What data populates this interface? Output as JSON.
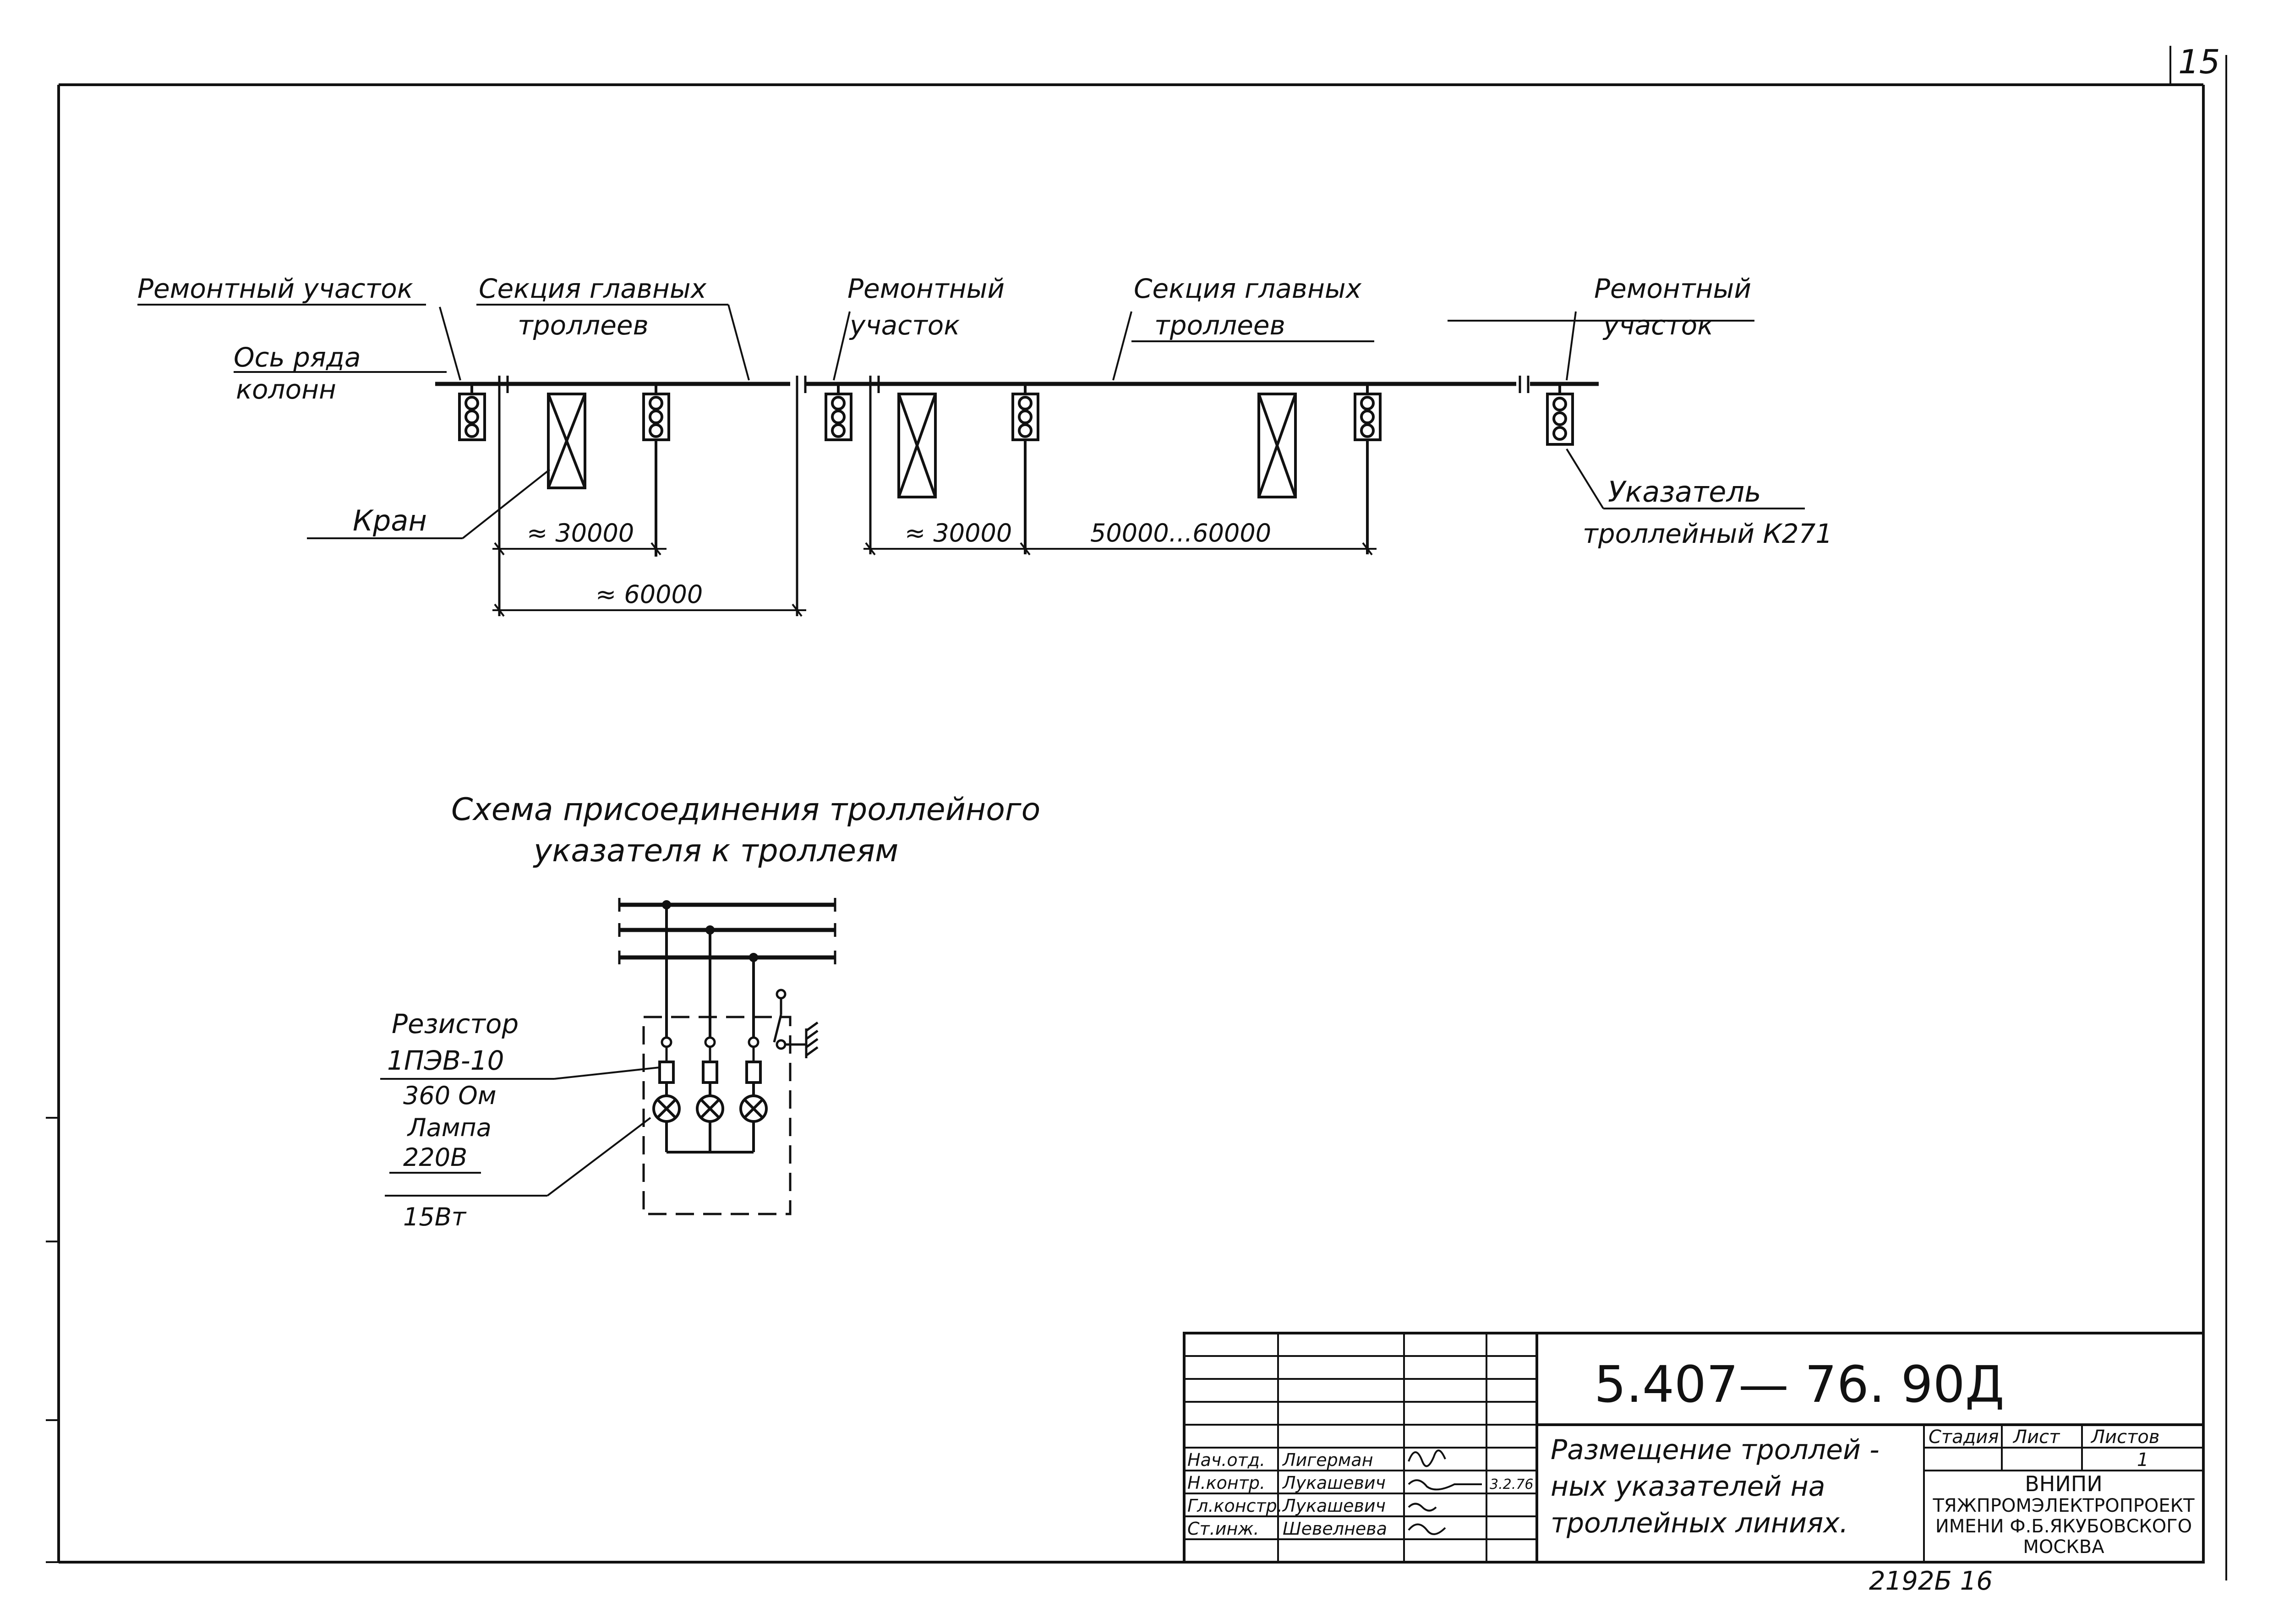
{
  "page_number": "15",
  "labels": {
    "repair_1": "Ремонтный участок",
    "section_1_a": "Секция главных",
    "section_1_b": "троллеев",
    "repair_2_a": "Ремонтный",
    "repair_2_b": "участок",
    "section_2_a": "Секция главных",
    "section_2_b": "троллеев",
    "repair_3_a": "Ремонтный",
    "repair_3_b": "участок",
    "axis_a": "Ось ряда",
    "axis_b": "колонн",
    "crane": "Кран",
    "indicator_a": "Указатель",
    "indicator_b": "троллейный К271"
  },
  "dimensions": {
    "d1": "≈ 30000",
    "d2": "≈ 60000",
    "d3": "≈ 30000",
    "d4": "50000...60000"
  },
  "schema": {
    "title_a": "Схема присоединения троллейного",
    "title_b": "указателя к троллеям",
    "resistor_a": "Резистор",
    "resistor_b": "1ПЭВ-10",
    "resistor_c": "360 Ом",
    "lamp_a": "Лампа",
    "lamp_b": "220В",
    "lamp_c": "15Вт"
  },
  "title_block": {
    "doc_code": "5.407— 76.   90Д",
    "title_a": "Размещение троллей -",
    "title_b": "ных указателей на",
    "title_c": "троллейных линиях.",
    "stage_label": "Стадия",
    "sheet_label": "Лист",
    "sheets_label": "Листов",
    "sheets_value": "1",
    "org_a": "ВНИПИ",
    "org_b": "ТЯЖПРОМЭЛЕКТРОПРОЕКТ",
    "org_c": "ИМЕНИ Ф.Б.ЯКУБОВСКОГО",
    "org_d": "МОСКВА",
    "rows": [
      {
        "role": "Нач.отд.",
        "name": "Лигерман"
      },
      {
        "role": "Н.контр.",
        "name": "Лукашевич"
      },
      {
        "role": "Гл.констр.",
        "name": "Лукашевич"
      },
      {
        "role": "Ст.инж.",
        "name": "Шевелнева"
      }
    ],
    "date": "3.2.76",
    "inventory": "2192Б   16"
  }
}
